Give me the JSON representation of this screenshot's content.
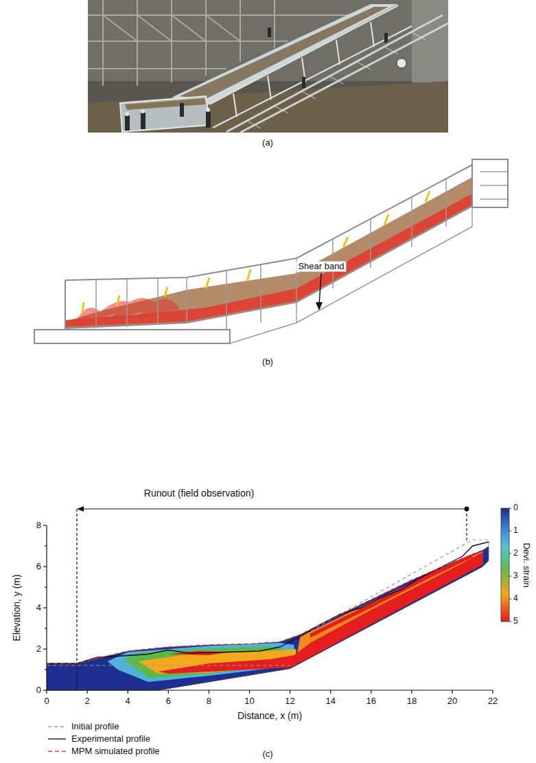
{
  "diagram": {
    "labels": [
      "(a)",
      "Shear band",
      "(b)",
      "Runout (field observation)",
      "8",
      "6",
      "4",
      "2",
      "0",
      "Elevation, y (m)",
      "0",
      "2",
      "4",
      "6",
      "8",
      "10",
      "12",
      "14",
      "16",
      "18",
      "20",
      "22",
      "Distance, x (m)",
      "0",
      "1",
      "2",
      "3",
      "4",
      "5",
      "Devi. strain",
      "(c)"
    ],
    "legend": [
      {
        "text": "Initial profile"
      },
      {
        "text": "Experimental profile"
      },
      {
        "text": "MPM simulated profile"
      }
    ]
  }
}
